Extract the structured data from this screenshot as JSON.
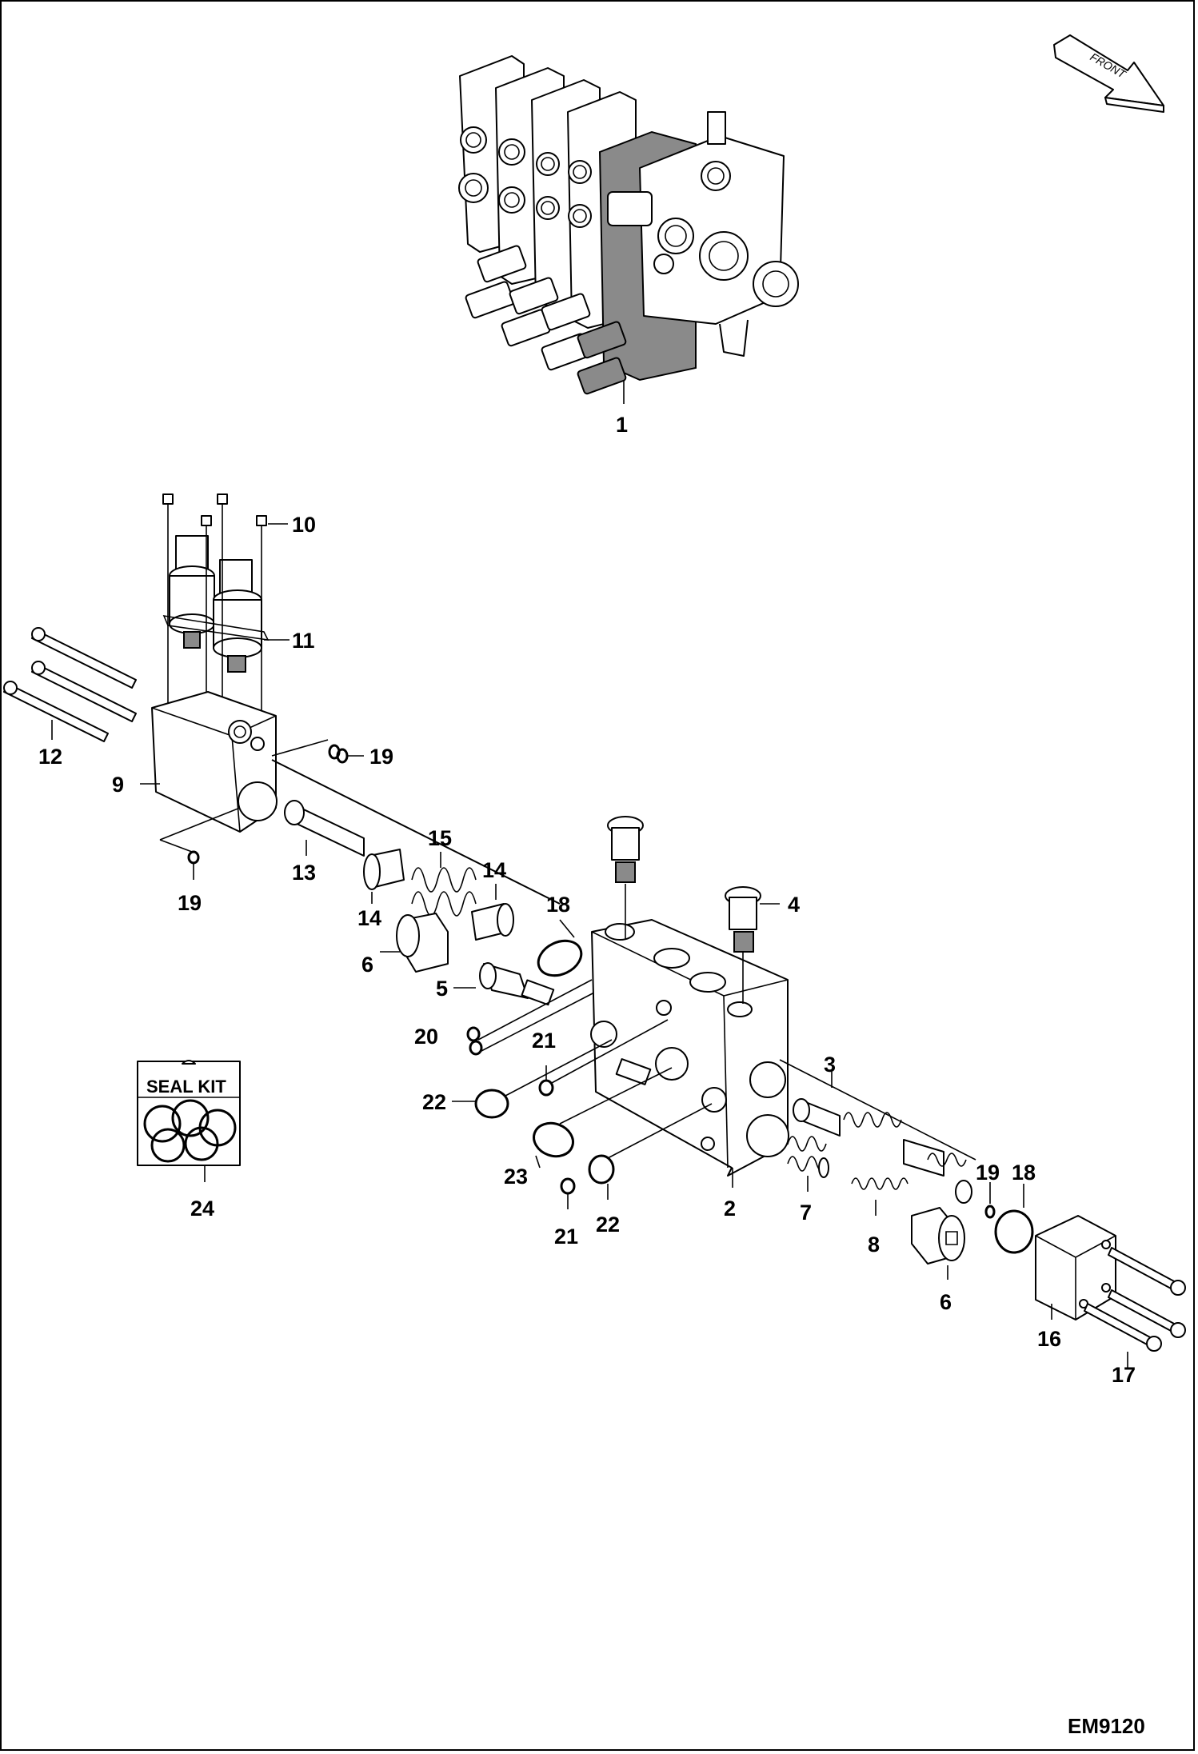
{
  "diagram": {
    "drawing_code": "EM9120",
    "front_label": "FRONT",
    "seal_kit_label": "SEAL KIT",
    "callouts": {
      "c1": "1",
      "c2": "2",
      "c3": "3",
      "c4": "4",
      "c5": "5",
      "c6a": "6",
      "c6b": "6",
      "c7": "7",
      "c8": "8",
      "c9": "9",
      "c10": "10",
      "c11": "11",
      "c12": "12",
      "c13": "13",
      "c14a": "14",
      "c14b": "14",
      "c15": "15",
      "c16": "16",
      "c17": "17",
      "c18a": "18",
      "c18b": "18",
      "c19a": "19",
      "c19b": "19",
      "c19c": "19",
      "c20": "20",
      "c21a": "21",
      "c21b": "21",
      "c22a": "22",
      "c22b": "22",
      "c23": "23",
      "c24": "24"
    }
  }
}
